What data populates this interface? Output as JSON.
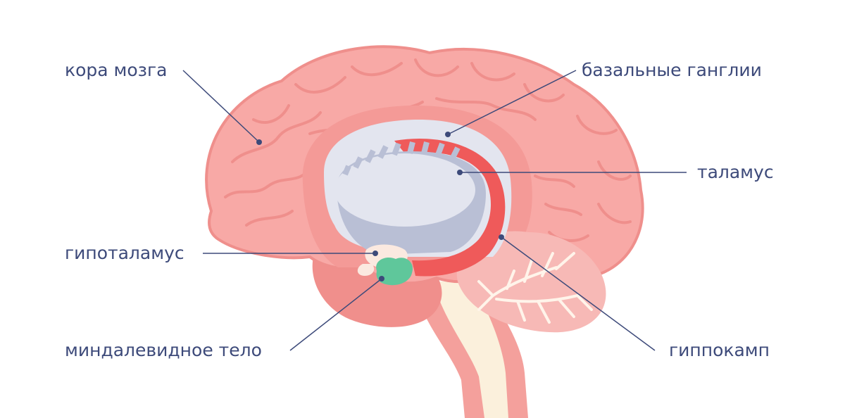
{
  "labels": {
    "cortex": "кора мозга",
    "basal_ganglia": "базальные ганглии",
    "thalamus": "таламус",
    "hypothalamus": "гипоталамус",
    "amygdala": "миндалевидное тело",
    "hippocampus": "гиппокамп"
  },
  "colors": {
    "label_text": "#3d4a7a",
    "leader_line": "#3d4a7a",
    "cortex": "#f8a9a6",
    "cortex_outline": "#ef8f8c",
    "inner_brain": "#f49a97",
    "corpus": "#e3e5ef",
    "thalamus": "#b9bfd5",
    "hippocampus": "#ef5a5a",
    "amygdala": "#5fc79b",
    "hypothalamus": "#fbe9e0",
    "brainstem": "#f4a09c",
    "brainstem_inner": "#fbf0dc",
    "cerebellum": "#f7b9b6",
    "cerebellum_tree": "#fff4ea"
  }
}
